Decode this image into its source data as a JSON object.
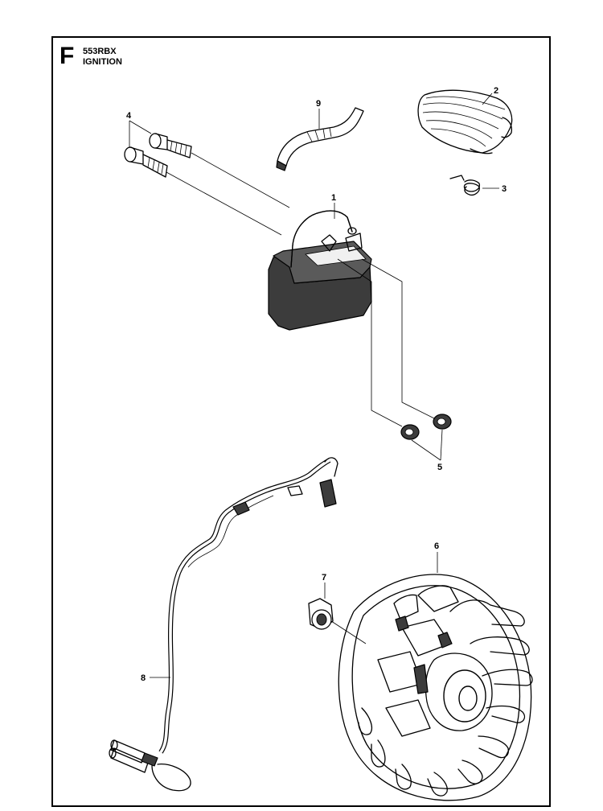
{
  "header": {
    "section_letter": "F",
    "model": "553RBX",
    "title": "IGNITION"
  },
  "callouts": {
    "c1": "1",
    "c2": "2",
    "c3": "3",
    "c4": "4",
    "c5": "5",
    "c6": "6",
    "c7": "7",
    "c8": "8",
    "c9": "9"
  }
}
